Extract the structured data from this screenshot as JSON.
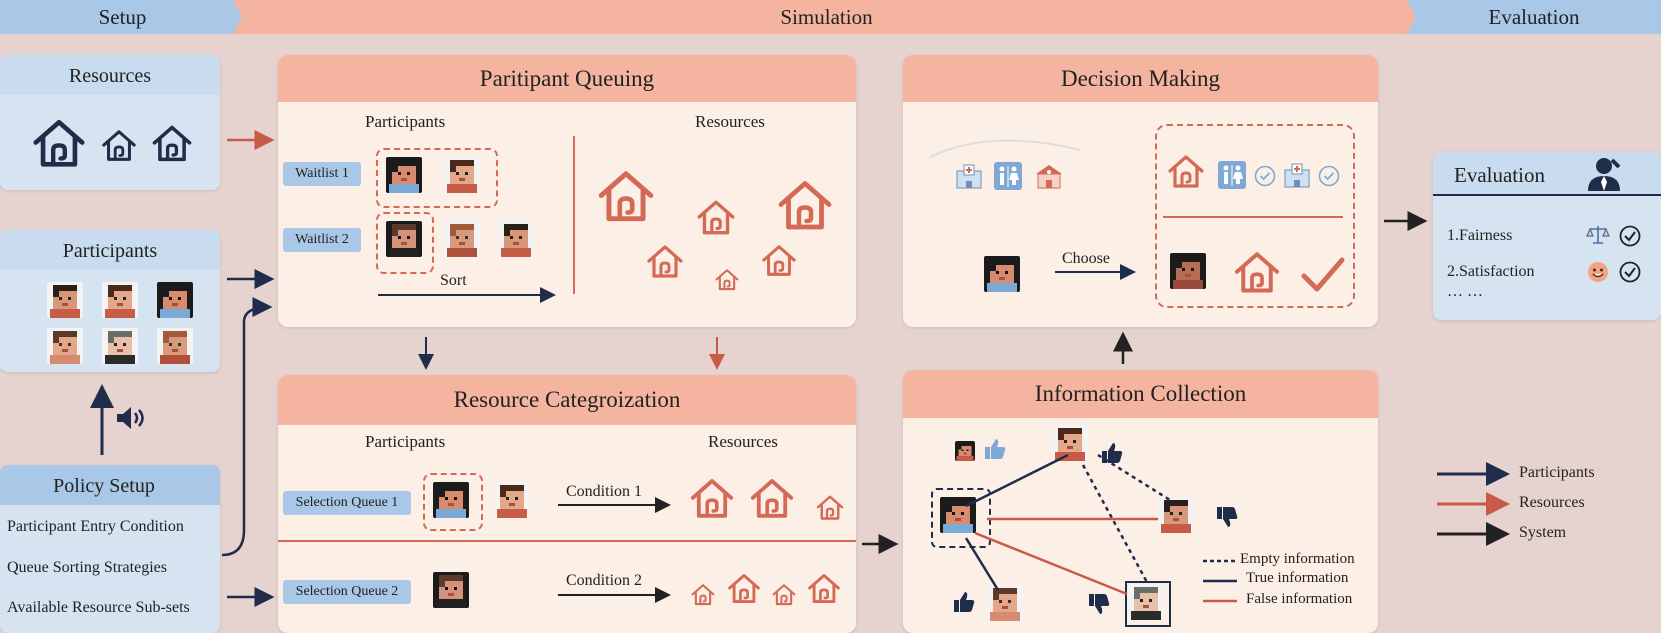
{
  "phases": {
    "setup": "Setup",
    "simulation": "Simulation",
    "evaluation": "Evaluation"
  },
  "setup": {
    "resources_title": "Resources",
    "participants_title": "Participants",
    "policy_title": "Policy Setup",
    "policy_items": [
      "Participant Entry Condition",
      "Queue Sorting Strategies",
      "Available Resource Sub-sets"
    ]
  },
  "queuing": {
    "title": "Paritipant Queuing",
    "participants_label": "Participants",
    "resources_label": "Resources",
    "waitlists": [
      "Waitlist 1",
      "Waitlist 2"
    ],
    "sort_label": "Sort"
  },
  "categorization": {
    "title": "Resource Categroization",
    "participants_label": "Participants",
    "resources_label": "Resources",
    "queues": [
      "Selection Queue 1",
      "Selection Queue 2"
    ],
    "conditions": [
      "Condition 1",
      "Condition 2"
    ]
  },
  "decision": {
    "title": "Decision Making",
    "choose_label": "Choose"
  },
  "information": {
    "title": "Information Collection",
    "legend": [
      "Empty information",
      "True information",
      "False information"
    ]
  },
  "evaluation": {
    "title": "Evaluation",
    "metrics": [
      "1.Fairness",
      "2.Satisfaction"
    ],
    "more": "… …"
  },
  "legend": [
    "Participants",
    "Resources",
    "System"
  ],
  "colors": {
    "accent": "#d46a55",
    "navy": "#1f2d4a",
    "pinkHeader": "#f4b4a0",
    "blueHeader": "#aac8e6",
    "blueBox": "#d6e4f2"
  },
  "icons": [
    "house-icon",
    "avatar-icon",
    "speaker-icon",
    "thumbs-up-icon",
    "thumbs-down-icon",
    "hospital-icon",
    "restroom-icon",
    "school-icon",
    "check-circle-icon",
    "checkmark-icon",
    "judge-icon",
    "scales-icon",
    "smiley-icon"
  ]
}
